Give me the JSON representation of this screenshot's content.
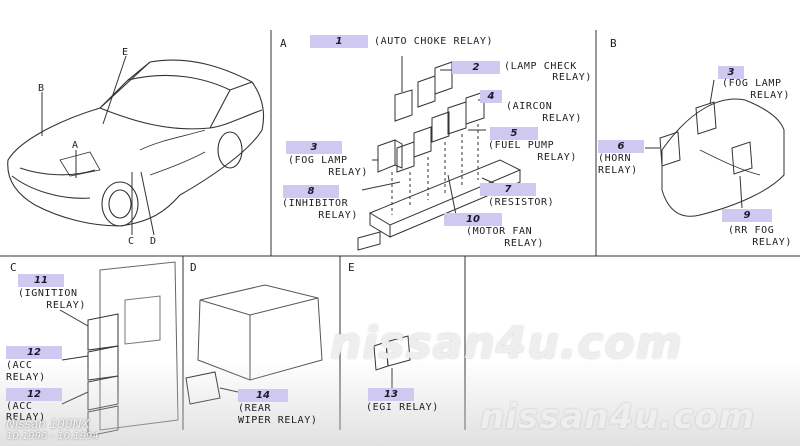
{
  "sections": {
    "a": "A",
    "b": "B",
    "c": "C",
    "d": "D",
    "e": "E"
  },
  "car_callouts": {
    "b": "B",
    "e": "E",
    "a": "A",
    "c": "C",
    "d": "D"
  },
  "relays": {
    "r1": {
      "num": "1",
      "label": "(AUTO CHOKE RELAY)"
    },
    "r2": {
      "num": "2",
      "l1": "(LAMP CHECK",
      "l2": "RELAY)"
    },
    "r4": {
      "num": "4",
      "l1": "(AIRCON",
      "l2": "RELAY)"
    },
    "r5": {
      "num": "5",
      "l1": "(FUEL PUMP",
      "l2": "RELAY)"
    },
    "r3a": {
      "num": "3",
      "l1": "(FOG LAMP",
      "l2": "RELAY)"
    },
    "r8": {
      "num": "8",
      "l1": "(INHIBITOR",
      "l2": "RELAY)"
    },
    "r7": {
      "num": "7",
      "label": "(RESISTOR)"
    },
    "r10": {
      "num": "10",
      "l1": "(MOTOR FAN",
      "l2": "RELAY)"
    },
    "r3b": {
      "num": "3",
      "l1": "(FOG LAMP",
      "l2": "RELAY)"
    },
    "r6": {
      "num": "6",
      "l1": "(HORN",
      "l2": "RELAY)"
    },
    "r9": {
      "num": "9",
      "l1": "(RR FOG",
      "l2": "RELAY)"
    },
    "r11": {
      "num": "11",
      "l1": "(IGNITION",
      "l2": "RELAY)"
    },
    "r12a": {
      "num": "12",
      "l1": "(ACC",
      "l2": "RELAY)"
    },
    "r12b": {
      "num": "12",
      "l1": "(ACC",
      "l2": "RELAY)"
    },
    "r14": {
      "num": "14",
      "l1": "(REAR",
      "l2": "WIPER RELAY)"
    },
    "r13": {
      "num": "13",
      "label": "(EGI RELAY)"
    }
  },
  "watermark": {
    "center": "nissan4u.com",
    "bottom": "nissan4u.com"
  },
  "caption": {
    "model": "Nissan 100NX",
    "years": "10.1990 - 10.1994"
  },
  "colors": {
    "badge": "#cfc8f0",
    "line": "#333333"
  }
}
